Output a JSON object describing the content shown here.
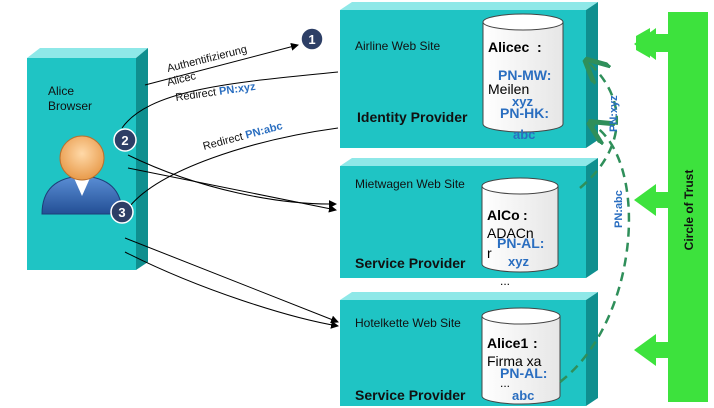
{
  "browser": {
    "line1": "Alice",
    "line2": "Browser"
  },
  "steps": {
    "s1": "1",
    "s2": "2",
    "s3": "3"
  },
  "flows": {
    "auth_line1": "Authentifizierung",
    "auth_line2": "Alicec",
    "redirect1_prefix": "Redirect ",
    "redirect1_token": "PN:xyz",
    "redirect2_prefix": "Redirect ",
    "redirect2_token": "PN:abc"
  },
  "airline": {
    "site": "Airline Web Site",
    "role": "Identity Provider",
    "db_title": "Alicec",
    "db_colon": ":",
    "db_pn1": "PN-MW:",
    "db_meilen": "Meilen",
    "db_xyz": "xyz",
    "db_pn2": "PN-HK:",
    "db_abc": "abc"
  },
  "car": {
    "site": "Mietwagen Web Site",
    "role": "Service Provider",
    "db_title": "AlCo",
    "db_colon": ":",
    "db_adac": "ADACn",
    "db_r": "r",
    "db_pn": "PN-AL:",
    "db_xyz": "xyz",
    "db_ellipsis": "..."
  },
  "hotel": {
    "site": "Hotelkette Web Site",
    "role": "Service Provider",
    "db_title": "Alice1",
    "db_colon": ":",
    "db_firma": "Firma xa",
    "db_pn": "PN-AL:",
    "db_ellipsis": "...",
    "db_abc": "abc"
  },
  "trust": {
    "label": "Circle of Trust",
    "pn_xyz": "PN:xyz",
    "pn_abc": "PN:abc"
  },
  "colors": {
    "teal": "#1fc4c4",
    "teal_top": "#8ee8e8",
    "teal_side": "#0f8f8f",
    "green": "#3de23d",
    "dashed_green": "#2f8f5a",
    "blue_text": "#2a6ec0",
    "badge": "#2d3f66"
  }
}
